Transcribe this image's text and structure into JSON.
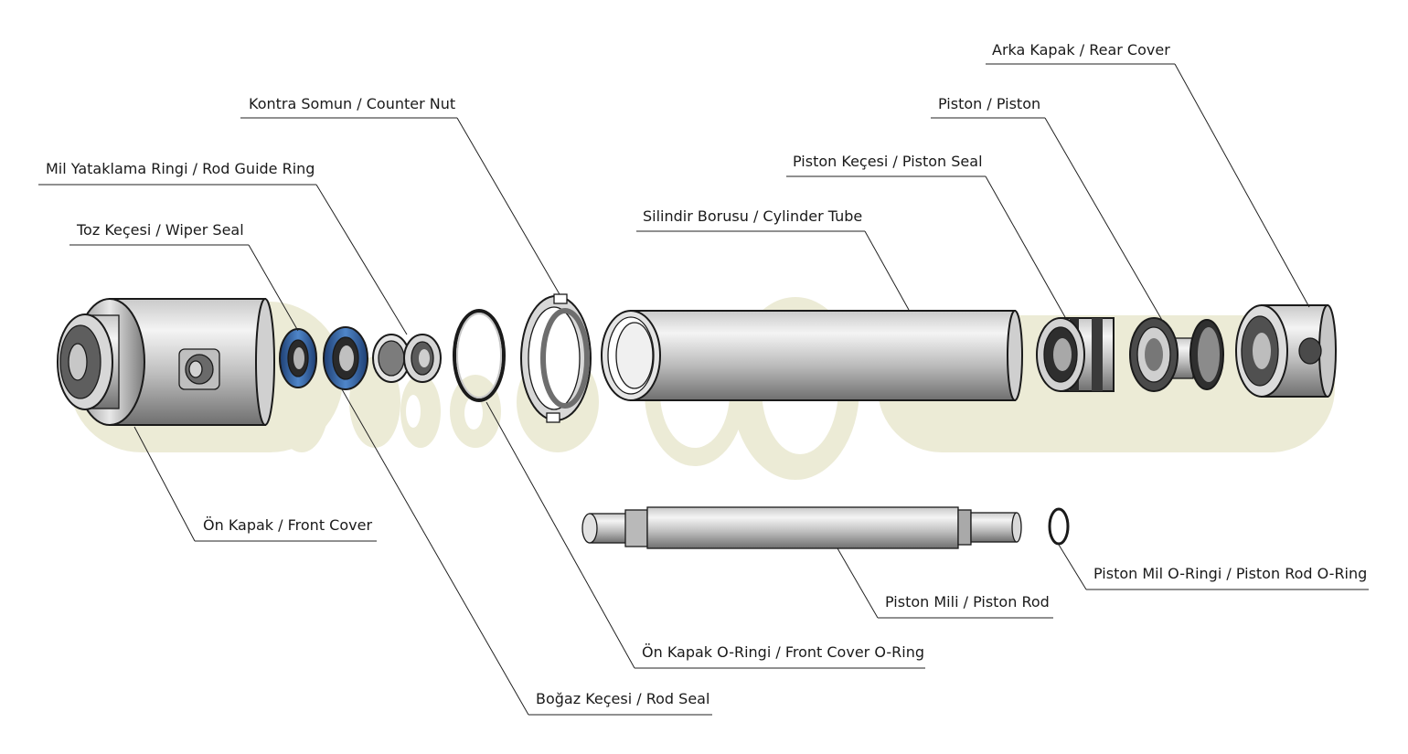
{
  "labels": {
    "rear_cover": "Arka Kapak / Rear Cover",
    "piston": "Piston / Piston",
    "counter_nut": "Kontra Somun / Counter Nut",
    "piston_seal": "Piston Keçesi / Piston Seal",
    "rod_guide_ring": "Mil Yataklama Ringi / Rod Guide Ring",
    "cylinder_tube": "Silindir Borusu / Cylinder Tube",
    "wiper_seal": "Toz Keçesi / Wiper Seal",
    "front_cover": "Ön Kapak / Front Cover",
    "piston_rod_oring": "Piston Mil O-Ringi / Piston Rod O-Ring",
    "piston_rod": "Piston Mili / Piston Rod",
    "front_cover_oring": "Ön Kapak O-Ringi / Front Cover O-Ring",
    "rod_seal": "Boğaz Keçesi / Rod Seal"
  },
  "colors": {
    "metal_light": "#e6e6e6",
    "metal_dark": "#6f6f6f",
    "seal_blue": "#3a6fb0",
    "seal_dark": "#2b2b2b",
    "shadow_beige": "#ecebd6"
  }
}
